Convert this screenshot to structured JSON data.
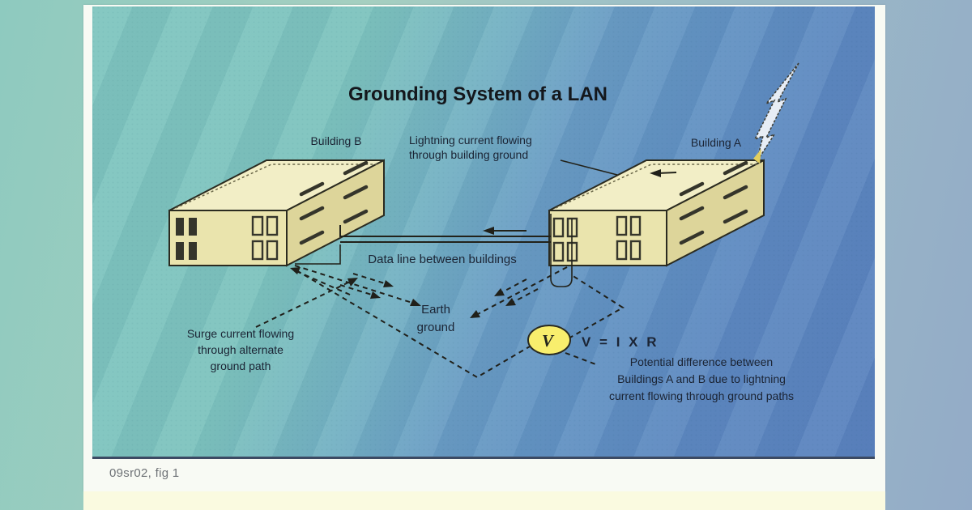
{
  "figure": {
    "title": "Grounding System of a LAN",
    "caption": "09sr02, fig 1",
    "buildings": {
      "a": "Building A",
      "b": "Building B"
    },
    "annotations": {
      "lightning": [
        "Lightning current flowing",
        "through building ground"
      ],
      "data_line": "Data line between buildings",
      "earth_ground": [
        "Earth",
        "ground"
      ],
      "surge": [
        "Surge current flowing",
        "through alternate",
        "ground path"
      ],
      "equation": "V = I X R",
      "voltmeter_symbol": "V",
      "potential": [
        "Potential difference between",
        "Buildings A and B due to lightning",
        "current flowing through ground paths"
      ]
    },
    "colors": {
      "panel_teal": "#7fc5bf",
      "panel_blue": "#5a82be",
      "page_green": "#a5cfc0",
      "page_blue": "#93abc7",
      "building_front": "#eae4ad",
      "building_roof": "#f2eec6",
      "building_side": "#ddd59a",
      "voltmeter_yellow": "#f8ee6d",
      "card_white": "#f8faf4",
      "strip_yellow": "#fafae0"
    }
  }
}
